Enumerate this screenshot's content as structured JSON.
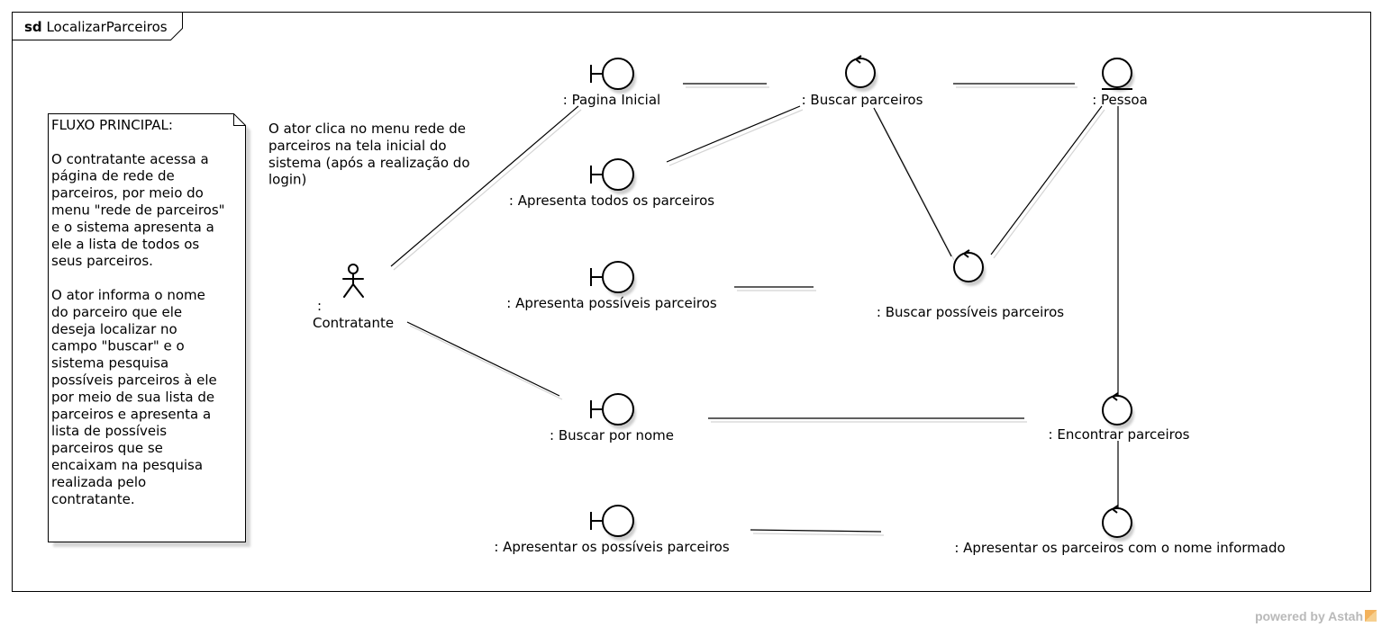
{
  "frame": {
    "keyword": "sd",
    "name": "LocalizarParceiros"
  },
  "note": {
    "lines": [
      "FLUXO PRINCIPAL:",
      "",
      "O contratante acessa a",
      "página de rede de",
      "parceiros, por meio do",
      "menu \"rede de parceiros\"",
      "e o sistema apresenta a",
      "ele a lista de todos os",
      "seus parceiros.",
      "",
      "O ator informa o nome",
      "do parceiro que ele",
      "deseja localizar no",
      "campo \"buscar\" e o",
      "sistema pesquisa",
      "possíveis parceiros à ele",
      "por meio de sua lista de",
      "parceiros e apresenta a",
      "lista de possíveis",
      "parceiros que se",
      "encaixam na pesquisa",
      "realizada pelo",
      "contratante."
    ]
  },
  "comment": {
    "lines": [
      "O ator clica no menu rede de",
      "parceiros na tela inicial do",
      "sistema (após a realização do",
      "login)"
    ]
  },
  "actor": {
    "prefix": ":",
    "name": "Contratante"
  },
  "boundaries": {
    "pagina_inicial": ": Pagina Inicial",
    "apresenta_todos": ": Apresenta todos os parceiros",
    "apresenta_possiveis": ": Apresenta possíveis parceiros",
    "buscar_por_nome": ": Buscar por nome",
    "apresentar_possiveis": ": Apresentar os possíveis parceiros"
  },
  "controls": {
    "buscar_parceiros": ": Buscar parceiros",
    "buscar_possiveis": ": Buscar possíveis parceiros",
    "encontrar_parceiros": ": Encontrar parceiros",
    "apresentar_nome": ": Apresentar os parceiros com o nome informado"
  },
  "entities": {
    "pessoa": ": Pessoa"
  },
  "watermark": "powered by Astah",
  "colors": {
    "line": "#000000",
    "shadow": "#cfcfcf",
    "background": "#ffffff"
  }
}
